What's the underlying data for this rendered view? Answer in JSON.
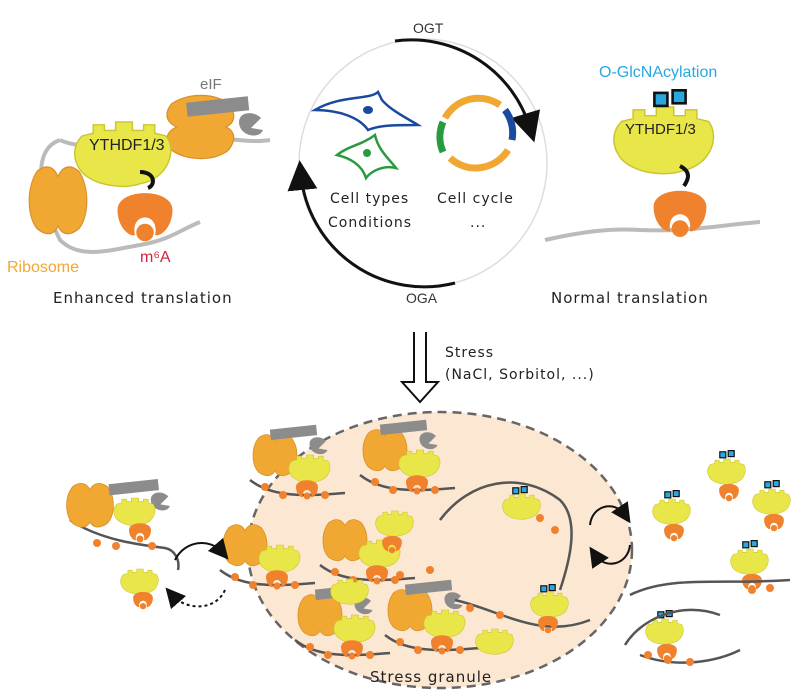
{
  "cycle": {
    "top_label": "OGT",
    "bottom_label": "OGA",
    "left_text_1": "Cell types",
    "left_text_2": "Conditions",
    "right_text_1": "Cell cycle",
    "right_text_2": "..."
  },
  "left_panel": {
    "eif_label": "eIF",
    "reader_label": "YTHDF1/3",
    "m6a_label": "m⁶A",
    "ribosome_label": "Ribosome",
    "caption": "Enhanced translation"
  },
  "right_panel": {
    "modification_label": "O-GlcNAcylation",
    "reader_label": "YTHDF1/3",
    "caption": "Normal translation"
  },
  "stress": {
    "label": "Stress",
    "conditions": "(NaCl, Sorbitol, ...)"
  },
  "granule": {
    "label": "Stress granule"
  },
  "colors": {
    "ribosome": "#f0a832",
    "reader": "#e9e64a",
    "m6a_binder": "#f0822e",
    "eif": "#8c8c8c",
    "modification": "#29a8e0",
    "m6a_text": "#d0243a",
    "granule_fill": "#fbe7d2",
    "mrna": "#555555"
  }
}
